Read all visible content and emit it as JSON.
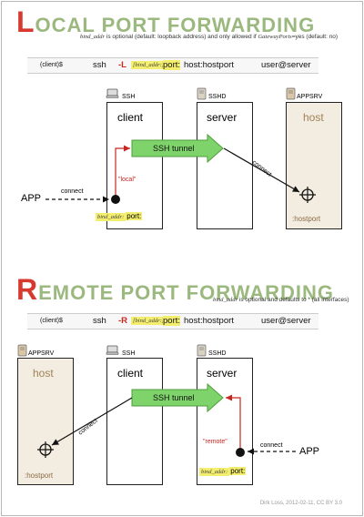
{
  "local": {
    "title_cap": "L",
    "title_rest": "OCAL PORT FORWARDING",
    "note_bind": "bind_addr",
    "note_mid": " is optional (default: loopback address) and only allowed if ",
    "note_gw": "GatewayPorts",
    "note_end": "=yes (default: no)",
    "cmd": {
      "prompt": "(client)$",
      "ssh": "ssh",
      "flag": "-L",
      "bind": "[bind_addr:]",
      "port": "port:",
      "rest": "host:hostport",
      "user": "user@server"
    },
    "client_icon": "SSH",
    "client_label": "client",
    "server_icon": "SSHD",
    "server_label": "server",
    "host_icon": "APPSRV",
    "host_label": "host",
    "tunnel": "SSH tunnel",
    "local_tag": "\"local\"",
    "connect_app": "connect",
    "connect_host": "connect",
    "app": "APP",
    "bind_small": "bind_addr:",
    "port_label": "port:",
    "hostport": ":hostport"
  },
  "remote": {
    "title_cap": "R",
    "title_rest": "EMOTE PORT FORWARDING",
    "note_bind": "bind_addr",
    "note_text": " is optional and defaults to * (all interfaces)",
    "cmd": {
      "prompt": "(client)$",
      "ssh": "ssh",
      "flag": "-R",
      "bind": "[bind_addr:]",
      "port": "port:",
      "rest": "host:hostport",
      "user": "user@server"
    },
    "host_icon": "APPSRV",
    "host_label": "host",
    "client_icon": "SSH",
    "client_label": "client",
    "server_icon": "SSHD",
    "server_label": "server",
    "tunnel": "SSH tunnel",
    "remote_tag": "\"remote\"",
    "connect_host": "connect",
    "connect_app": "connect",
    "app": "APP",
    "bind_small": "bind_addr:",
    "port_label": "port:",
    "hostport": ":hostport"
  },
  "credit": "Dirk Loss, 2012-02-11, CC BY 3.0",
  "colors": {
    "title_cap": "#d63a2f",
    "title_rest": "#9bb97f",
    "tunnel_green": "#7ed36a",
    "red_line": "#c8261f",
    "host_bg": "#f3ece0",
    "bind_highlight": "#f3ee6e"
  },
  "icons": {
    "client": "laptop-icon",
    "server": "server-tower-icon",
    "host": "server-tower-icon",
    "target": "crosshair-icon"
  }
}
